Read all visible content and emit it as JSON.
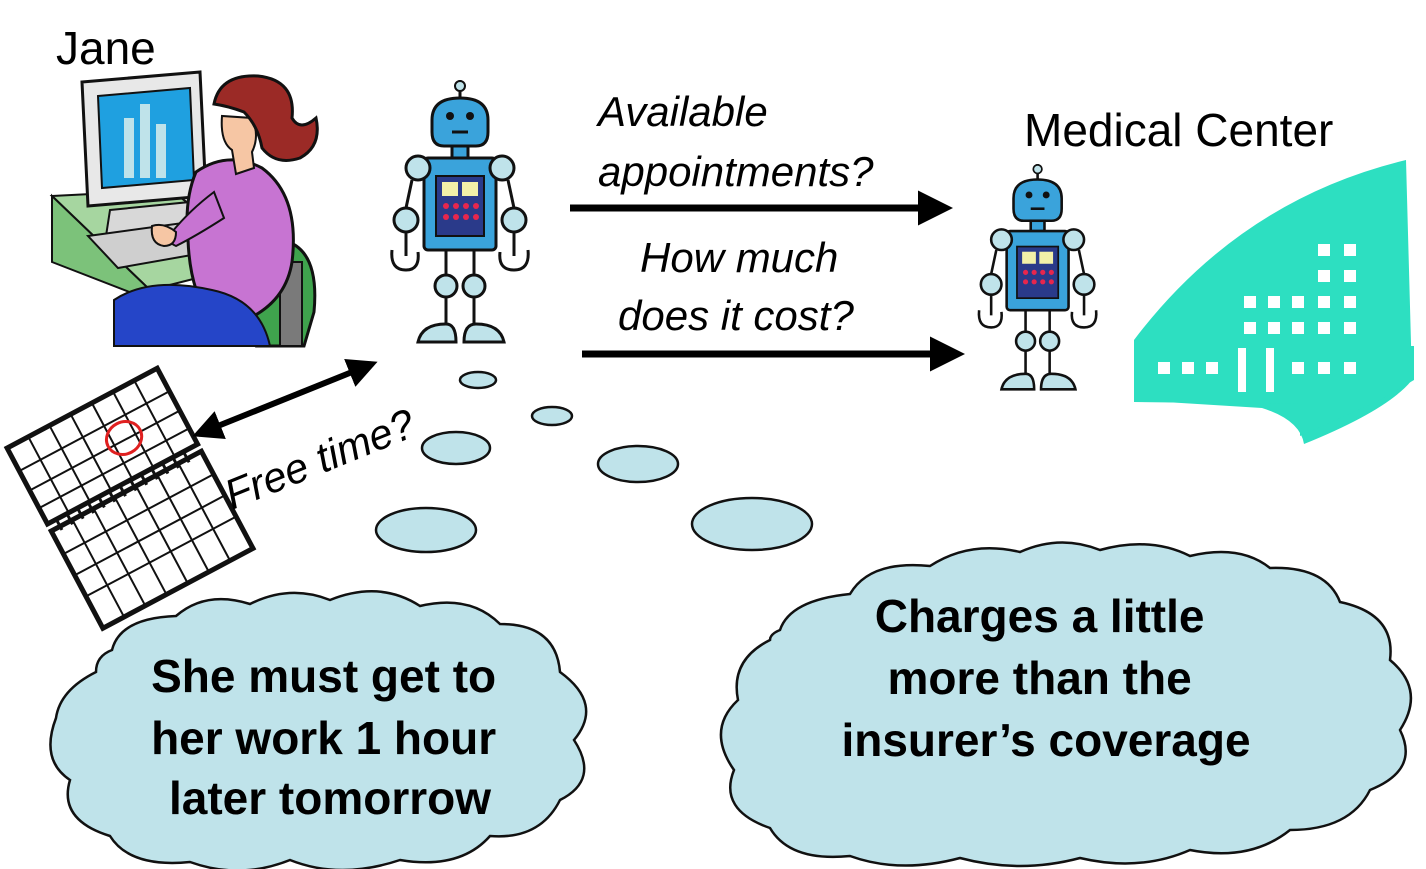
{
  "labels": {
    "jane": "Jane",
    "medical_center": "Medical Center",
    "question_appointments": [
      "Available",
      "appointments?"
    ],
    "question_cost": [
      "How much",
      "does it cost?"
    ],
    "question_free_time": "Free time?"
  },
  "thoughts": {
    "jane_constraint": [
      "She must get to",
      "her work 1 hour",
      "later tomorrow"
    ],
    "cost_finding": [
      "Charges a little",
      "more than the",
      "insurer’s coverage"
    ]
  },
  "icons": {
    "user": "woman-at-computer-icon",
    "user_agent": "robot-icon",
    "provider_agent": "robot-icon",
    "provider": "hospital-building-icon",
    "calendar": "calendar-icon"
  },
  "colors": {
    "robot_body": "#3aa3db",
    "robot_joint": "#bfe3ea",
    "hospital": "#2ddfc1",
    "thought_cloud": "#bfe3ea",
    "calendar_mark": "#e02020"
  }
}
